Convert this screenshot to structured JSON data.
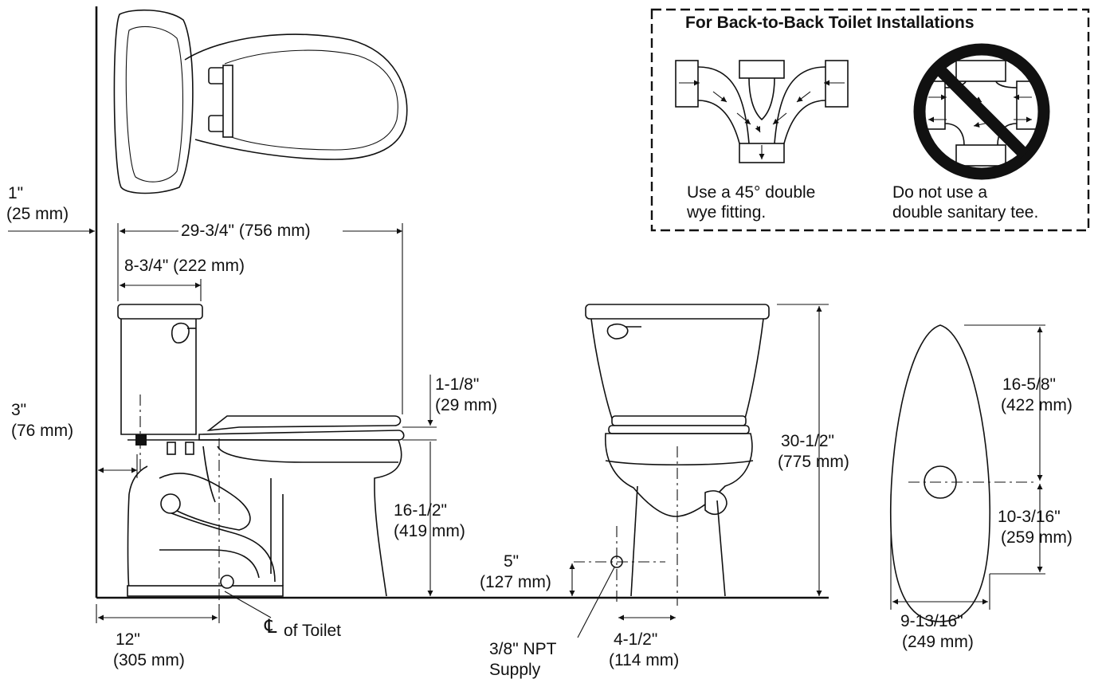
{
  "inset": {
    "title": "For Back-to-Back Toilet Installations",
    "wye_caption": [
      "Use a 45° double",
      "wye fitting."
    ],
    "tee_caption": [
      "Do not use a",
      "double sanitary tee."
    ]
  },
  "dimensions": {
    "wall_gap": [
      "1\"",
      "(25 mm)"
    ],
    "overall_length": "29-3/4\" (756 mm)",
    "tank_depth": "8-3/4\" (222 mm)",
    "supply_offset": [
      "3\"",
      "(76 mm)"
    ],
    "seat_height_gap": [
      "1-1/8\"",
      "(29 mm)"
    ],
    "rim_height": [
      "16-1/2\"",
      "(419 mm)"
    ],
    "supply_height": [
      "5\"",
      "(127 mm)"
    ],
    "overall_height": [
      "30-1/2\"",
      "(775 mm)"
    ],
    "rough_in": [
      "12\"",
      "(305 mm)"
    ],
    "centerline": "of Toilet",
    "centerline_symbol": "℄",
    "supply_size": [
      "3/8\" NPT",
      "Supply"
    ],
    "supply_lateral": [
      "4-1/2\"",
      "(114 mm)"
    ],
    "bowl_front": [
      "16-5/8\"",
      "(422 mm)"
    ],
    "bowl_rear": [
      "10-3/16\"",
      "(259 mm)"
    ],
    "bowl_width": [
      "9-13/16\"",
      "(249 mm)"
    ]
  }
}
